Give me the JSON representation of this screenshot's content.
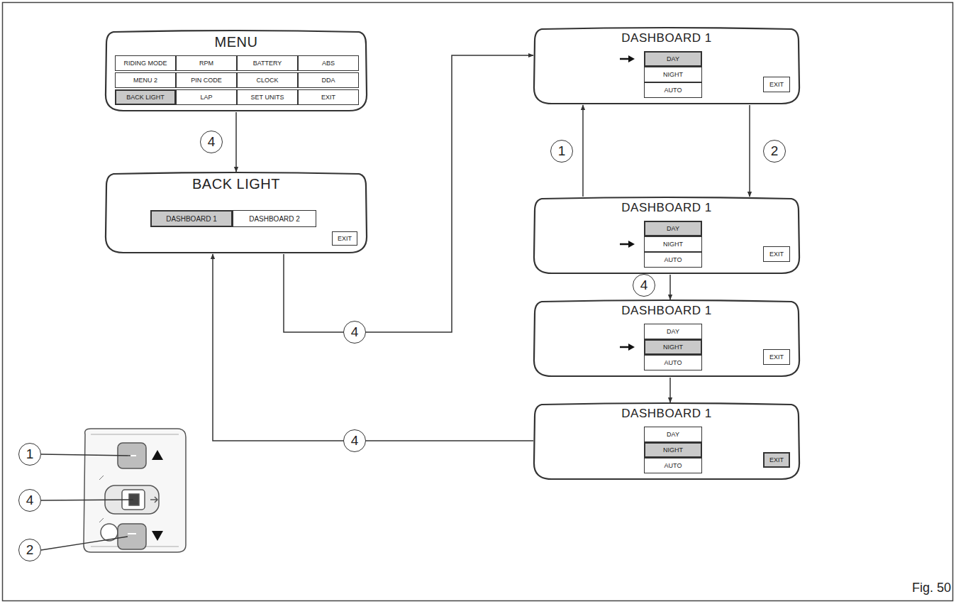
{
  "diagram": {
    "nodes": [
      {
        "text": [
          "MENU"
        ]
      },
      {
        "text": [
          "RIDING MODE"
        ],
        "in": 0
      },
      {
        "text": [
          "RPM"
        ],
        "in": 0
      },
      {
        "text": [
          "BATTERY"
        ],
        "in": 0
      },
      {
        "text": [
          "ABS"
        ],
        "in": 0
      },
      {
        "text": [
          "MENU 2"
        ],
        "in": 0
      },
      {
        "text": [
          "PIN CODE"
        ],
        "in": 0
      },
      {
        "text": [
          "CLOCK"
        ],
        "in": 0
      },
      {
        "text": [
          "DDA"
        ],
        "in": 0
      },
      {
        "text": [
          "BACK LIGHT"
        ],
        "in": 0
      },
      {
        "text": [
          "LAP"
        ],
        "in": 0
      },
      {
        "text": [
          "SET UNITS"
        ],
        "in": 0
      },
      {
        "text": [
          "EXIT"
        ],
        "in": 0
      },
      {
        "text": [
          "BACK LIGHT"
        ]
      },
      {
        "text": [
          "DASHBOARD 1"
        ],
        "in": 13
      },
      {
        "text": [
          "DASHBOARD 2"
        ],
        "in": 13
      },
      {
        "text": [
          "EXIT"
        ],
        "in": 13
      },
      {
        "text": [
          "DASHBOARD 1"
        ]
      },
      {
        "text": [
          "DAY"
        ],
        "in": 17
      },
      {
        "text": [
          "NIGHT"
        ],
        "in": 17
      },
      {
        "text": [
          "AUTO"
        ],
        "in": 17
      },
      {
        "text": [
          "EXIT"
        ],
        "in": 17
      },
      {
        "text": [
          "DASHBOARD 1"
        ]
      },
      {
        "text": [
          "DAY"
        ],
        "in": 22
      },
      {
        "text": [
          "NIGHT"
        ],
        "in": 22
      },
      {
        "text": [
          "AUTO"
        ],
        "in": 22
      },
      {
        "text": [
          "EXIT"
        ],
        "in": 22
      },
      {
        "text": [
          "DASHBOARD 1"
        ]
      },
      {
        "text": [
          "DAY"
        ],
        "in": 27
      },
      {
        "text": [
          "NIGHT"
        ],
        "in": 27
      },
      {
        "text": [
          "AUTO"
        ],
        "in": 27
      },
      {
        "text": [
          "EXIT"
        ],
        "in": 27
      },
      {
        "text": [
          "DASHBOARD 1"
        ]
      },
      {
        "text": [
          "DAY"
        ],
        "in": 32
      },
      {
        "text": [
          "NIGHT"
        ],
        "in": 32
      },
      {
        "text": [
          "AUTO"
        ],
        "in": 32
      },
      {
        "text": [
          "EXIT"
        ],
        "in": 32
      }
    ],
    "edges": [
      {
        "from": 0,
        "to": 13,
        "arrow": "to",
        "label": "4"
      },
      {
        "from": 13,
        "to": 17,
        "arrow": "to",
        "label": "4"
      },
      {
        "from": 17,
        "to": 22,
        "arrow": "to",
        "label": "2"
      },
      {
        "from": 22,
        "to": 17,
        "arrow": "to",
        "label": "1"
      },
      {
        "from": 22,
        "to": 27,
        "arrow": "to",
        "label": "4"
      },
      {
        "from": 27,
        "to": 32,
        "arrow": "to"
      },
      {
        "from": 32,
        "to": 13,
        "arrow": "to",
        "label": "4"
      }
    ],
    "labels": [
      "1",
      "4",
      "2",
      "Fig. 50"
    ]
  }
}
